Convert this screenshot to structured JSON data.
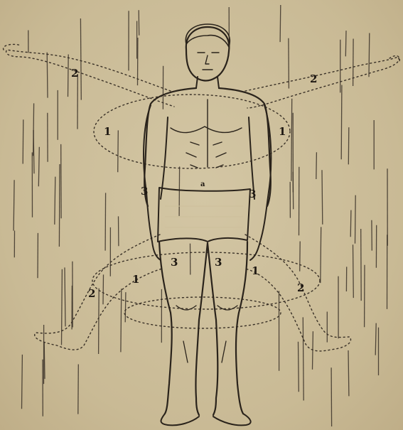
{
  "labels": {
    "one": "1",
    "two": "2",
    "three": "3",
    "a": "a"
  },
  "colors": {
    "paper": "#cdbf9b",
    "ink": "#2a231b"
  }
}
